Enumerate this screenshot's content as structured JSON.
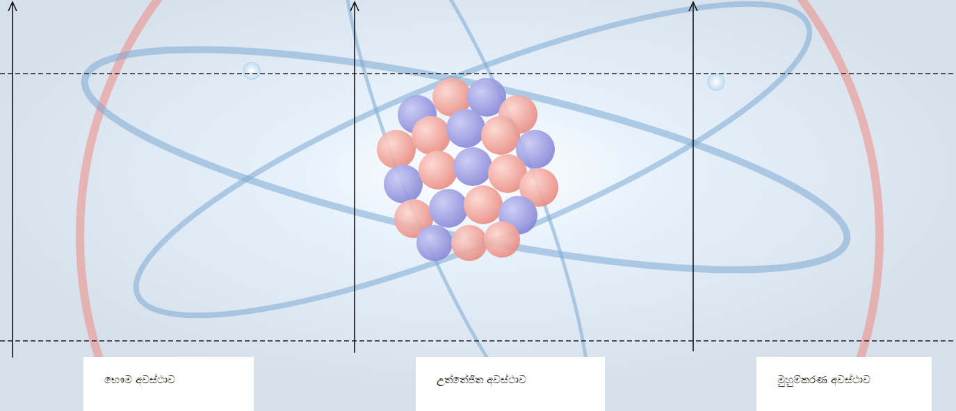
{
  "diagram": {
    "nodes": [
      {
        "text": [
          "භෞම අවස්ථාව"
        ]
      },
      {
        "text": [
          "උත්තේජිත අවස්ථාව"
        ]
      },
      {
        "text": [
          "මුහුම්කරණ අවස්ථාව"
        ]
      }
    ]
  }
}
